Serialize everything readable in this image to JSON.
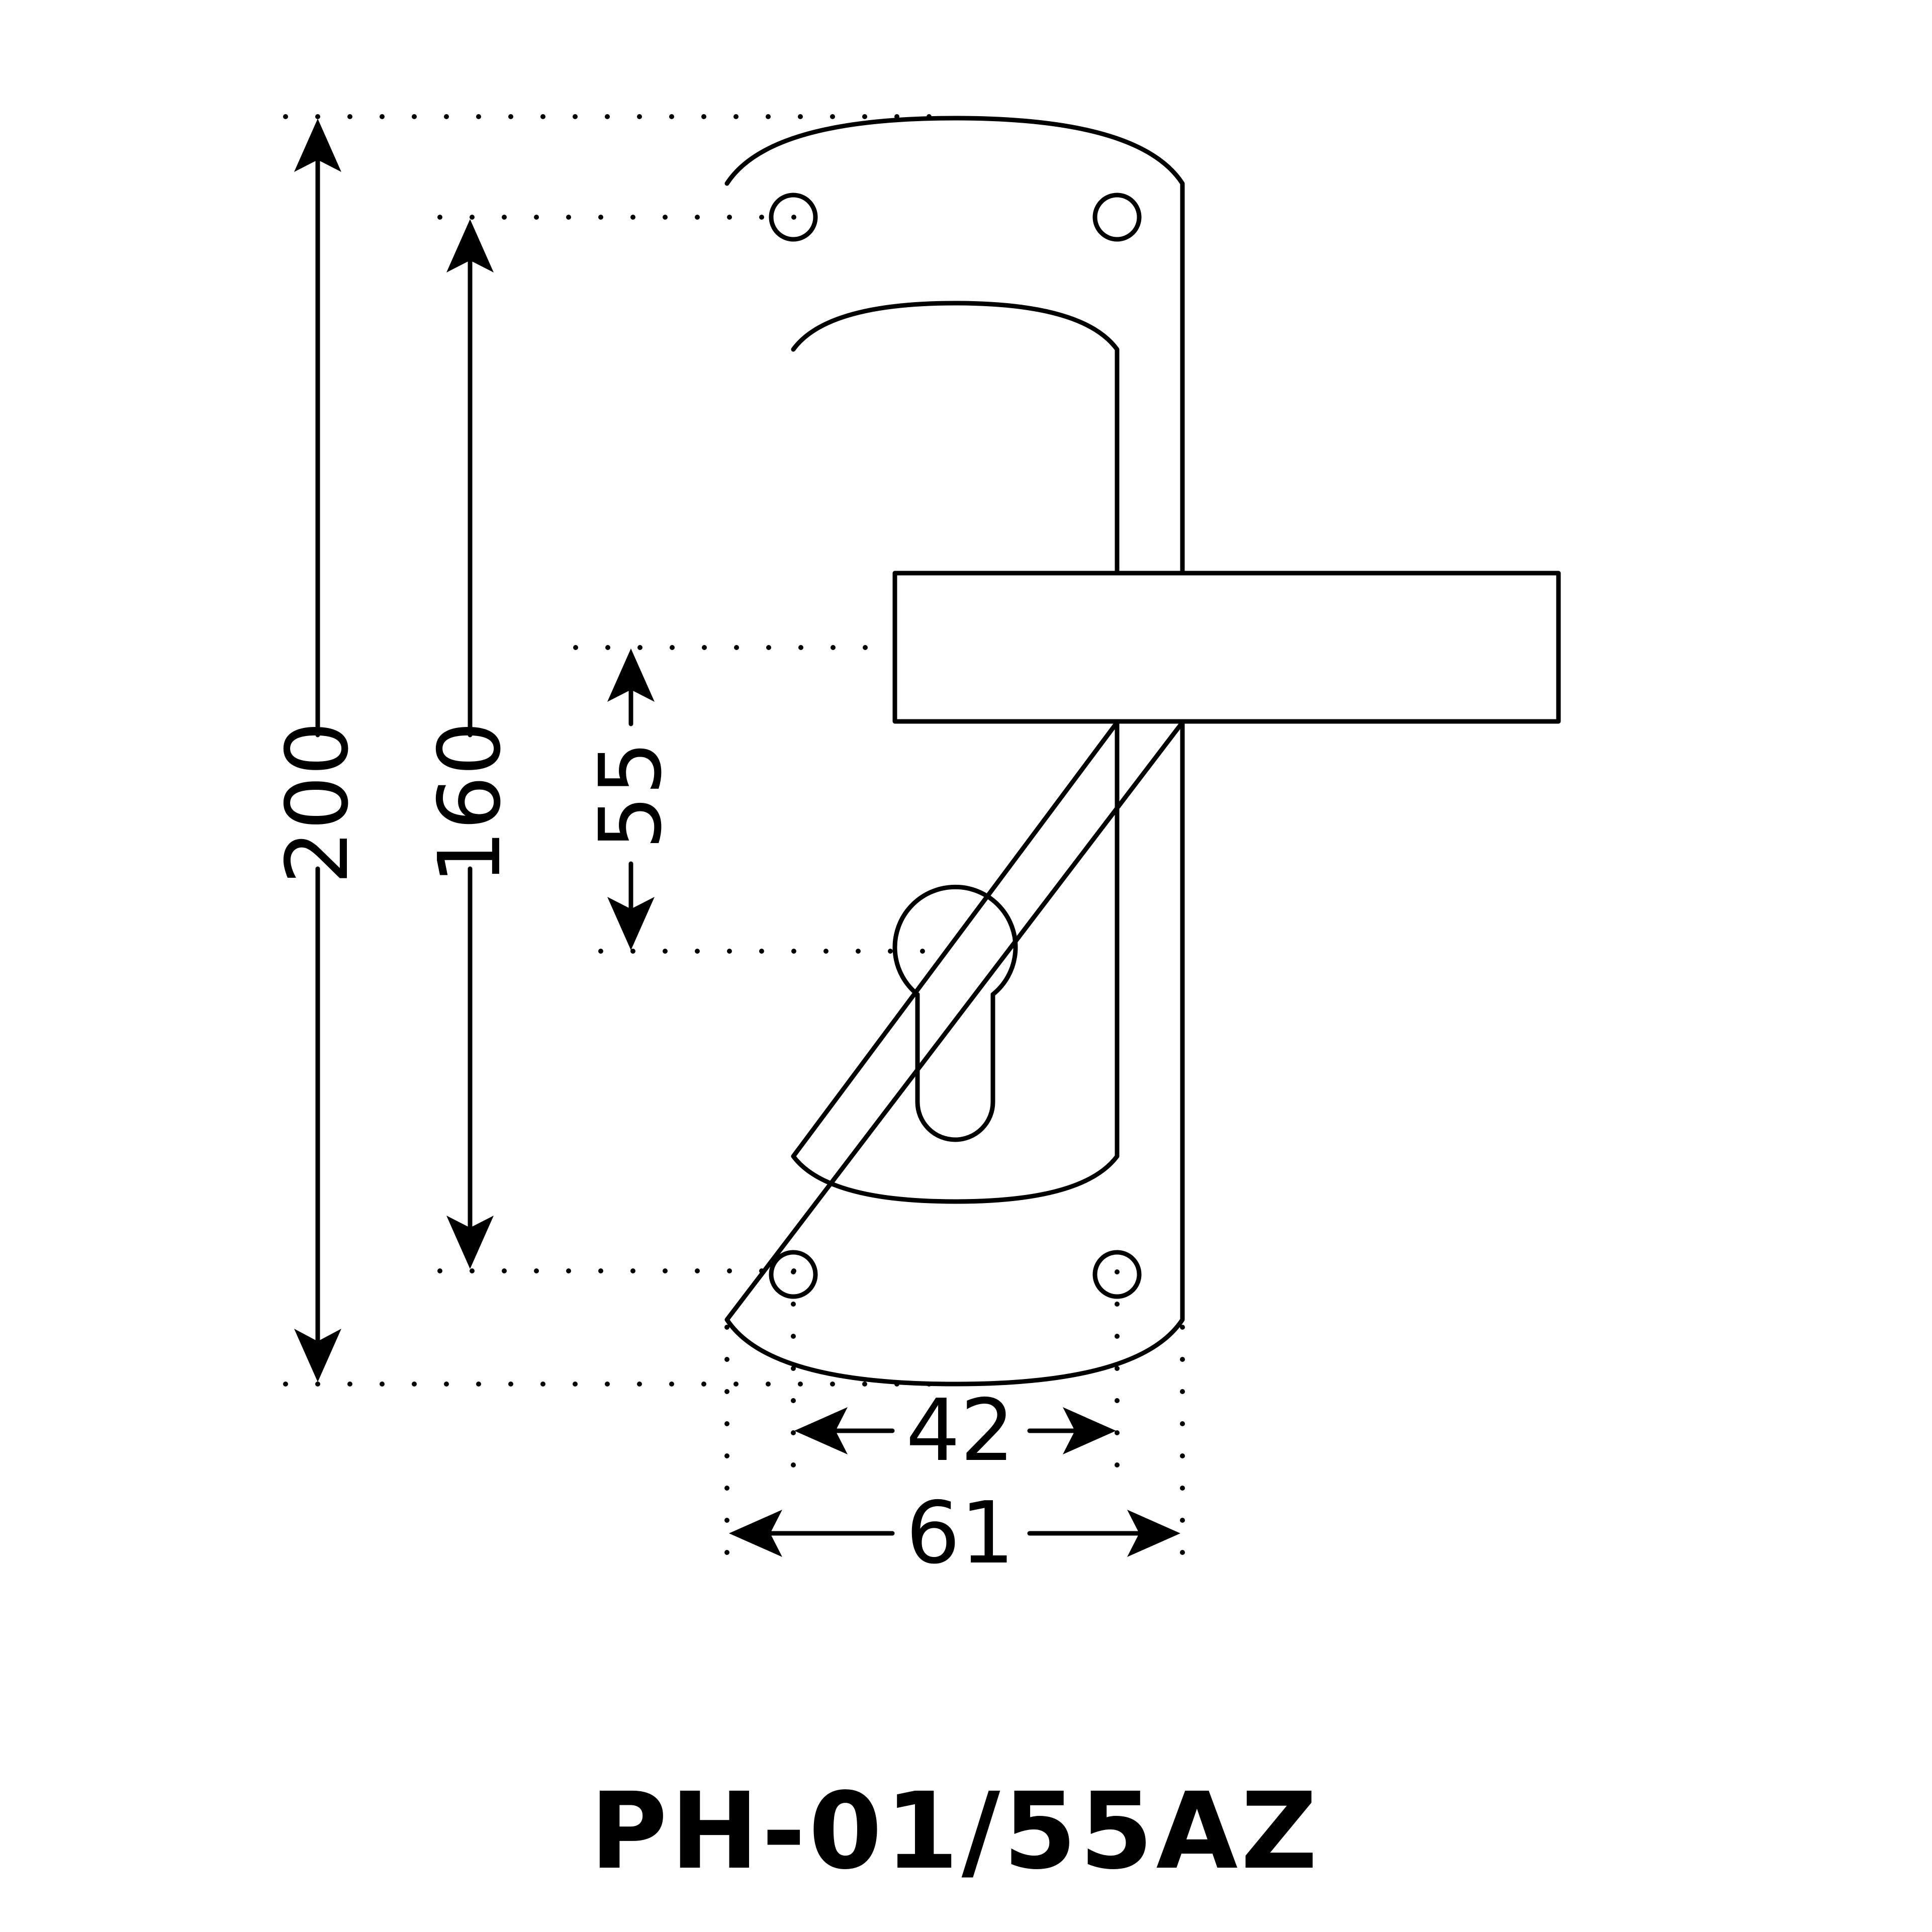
{
  "product_code": "PH-01/55AZ",
  "dimensions": {
    "total_height": "200",
    "screw_spacing_vertical": "160",
    "handle_to_keyhole": "55",
    "screw_spacing_horizontal": "42",
    "total_width": "61"
  },
  "colors": {
    "line": "#000000",
    "background": "#ffffff"
  }
}
